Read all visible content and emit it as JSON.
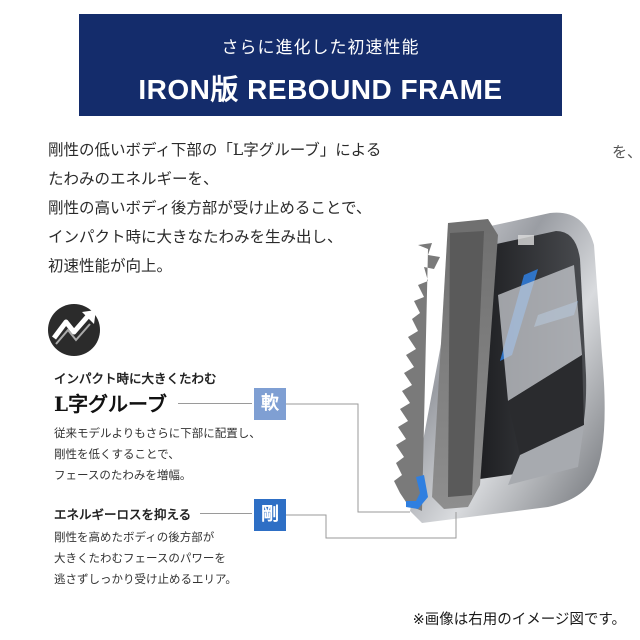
{
  "banner": {
    "subtitle": "さらに進化した初速性能",
    "title": "IRON版 REBOUND FRAME"
  },
  "intro": {
    "lines": [
      "剛性の低いボディ下部の「L字グルーブ」による",
      "たわみのエネルギーを、",
      "剛性の高いボディ後方部が受け止めることで、",
      "インパクト時に大きなたわみを生み出し、",
      "初速性能が向上。"
    ],
    "fragment": "を、"
  },
  "groove_section": {
    "caption": "インパクト時に大きくたわむ",
    "title": "L字グルーブ",
    "badge": "軟",
    "lines": [
      "従来モデルよりもさらに下部に配置し、",
      "剛性を低くすることで、",
      "フェースのたわみを増幅。"
    ]
  },
  "energy_section": {
    "caption": "エネルギーロスを抑える",
    "badge": "剛",
    "lines": [
      "剛性を高めたボディの後方部が",
      "大きくたわむフェースのパワーを",
      "逃さずしっかり受け止めるエリア。"
    ]
  },
  "footnote": "※画像は右用のイメージ図です。",
  "icons": {
    "logo": "arrow-rebound-icon",
    "club": "iron-head-cutaway"
  },
  "colors": {
    "banner": "#142c6b",
    "soft_badge": "#7f9fd3",
    "hard_badge": "#2e6fc5",
    "accent_blue": "#2f7fe0"
  }
}
